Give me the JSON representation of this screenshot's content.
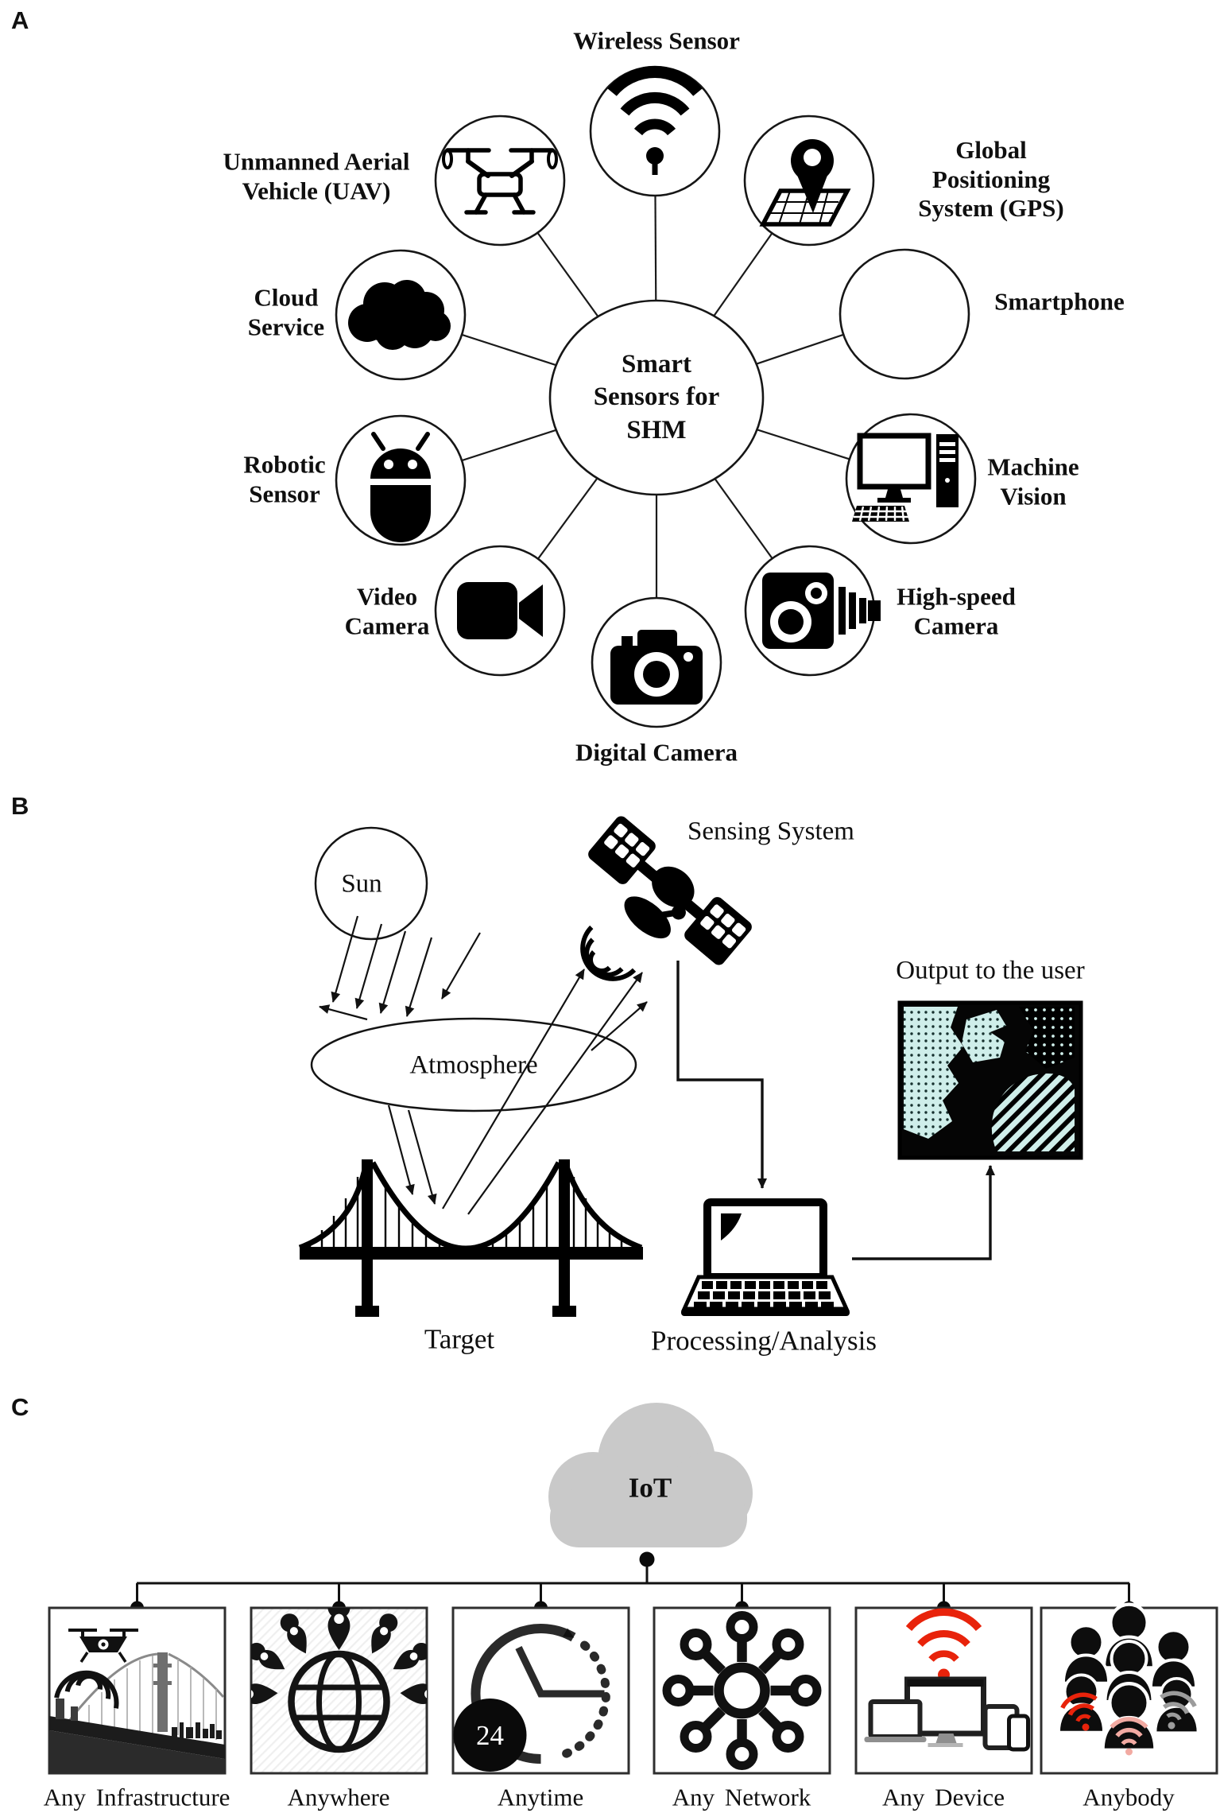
{
  "figure": {
    "panel_a": {
      "tag": "A",
      "hub_label": "Smart\nSensors for\nSHM",
      "nodes": [
        {
          "id": "wireless-sensor",
          "label": "Wireless Sensor",
          "icon": "wifi-icon"
        },
        {
          "id": "uav",
          "label": "Unmanned Aerial\nVehicle (UAV)",
          "icon": "drone-icon"
        },
        {
          "id": "gps",
          "label": "Global\nPositioning\nSystem (GPS)",
          "icon": "map-pin-icon"
        },
        {
          "id": "cloud-service",
          "label": "Cloud\nService",
          "icon": "cloud-icon"
        },
        {
          "id": "smartphone",
          "label": "Smartphone",
          "icon": "smartphone-icon"
        },
        {
          "id": "robotic-sensor",
          "label": "Robotic\nSensor",
          "icon": "robot-icon"
        },
        {
          "id": "machine-vision",
          "label": "Machine\nVision",
          "icon": "desktop-computer-icon"
        },
        {
          "id": "video-camera",
          "label": "Video\nCamera",
          "icon": "video-camera-icon"
        },
        {
          "id": "high-speed-camera",
          "label": "High-speed\nCamera",
          "icon": "high-speed-camera-icon"
        },
        {
          "id": "digital-camera",
          "label": "Digital Camera",
          "icon": "photo-camera-icon"
        }
      ]
    },
    "panel_b": {
      "tag": "B",
      "labels": {
        "sun": "Sun",
        "sensing_system": "Sensing System",
        "atmosphere": "Atmosphere",
        "target": "Target",
        "processing": "Processing/Analysis",
        "output": "Output to the user"
      }
    },
    "panel_c": {
      "tag": "C",
      "cloud_label": "IoT",
      "badge_24": "24",
      "items": [
        "Any Infrastructure",
        "Anywhere",
        "Anytime",
        "Any Network",
        "Any Device",
        "Anybody"
      ]
    },
    "colors": {
      "ink": "#111111",
      "accent_red": "#e8230b",
      "wifi_pink": "#f2aaa2",
      "wifi_gray": "#9c9c9c",
      "cloud_gray": "#c9c9c9",
      "map_cyan": "#cfeeea"
    }
  }
}
